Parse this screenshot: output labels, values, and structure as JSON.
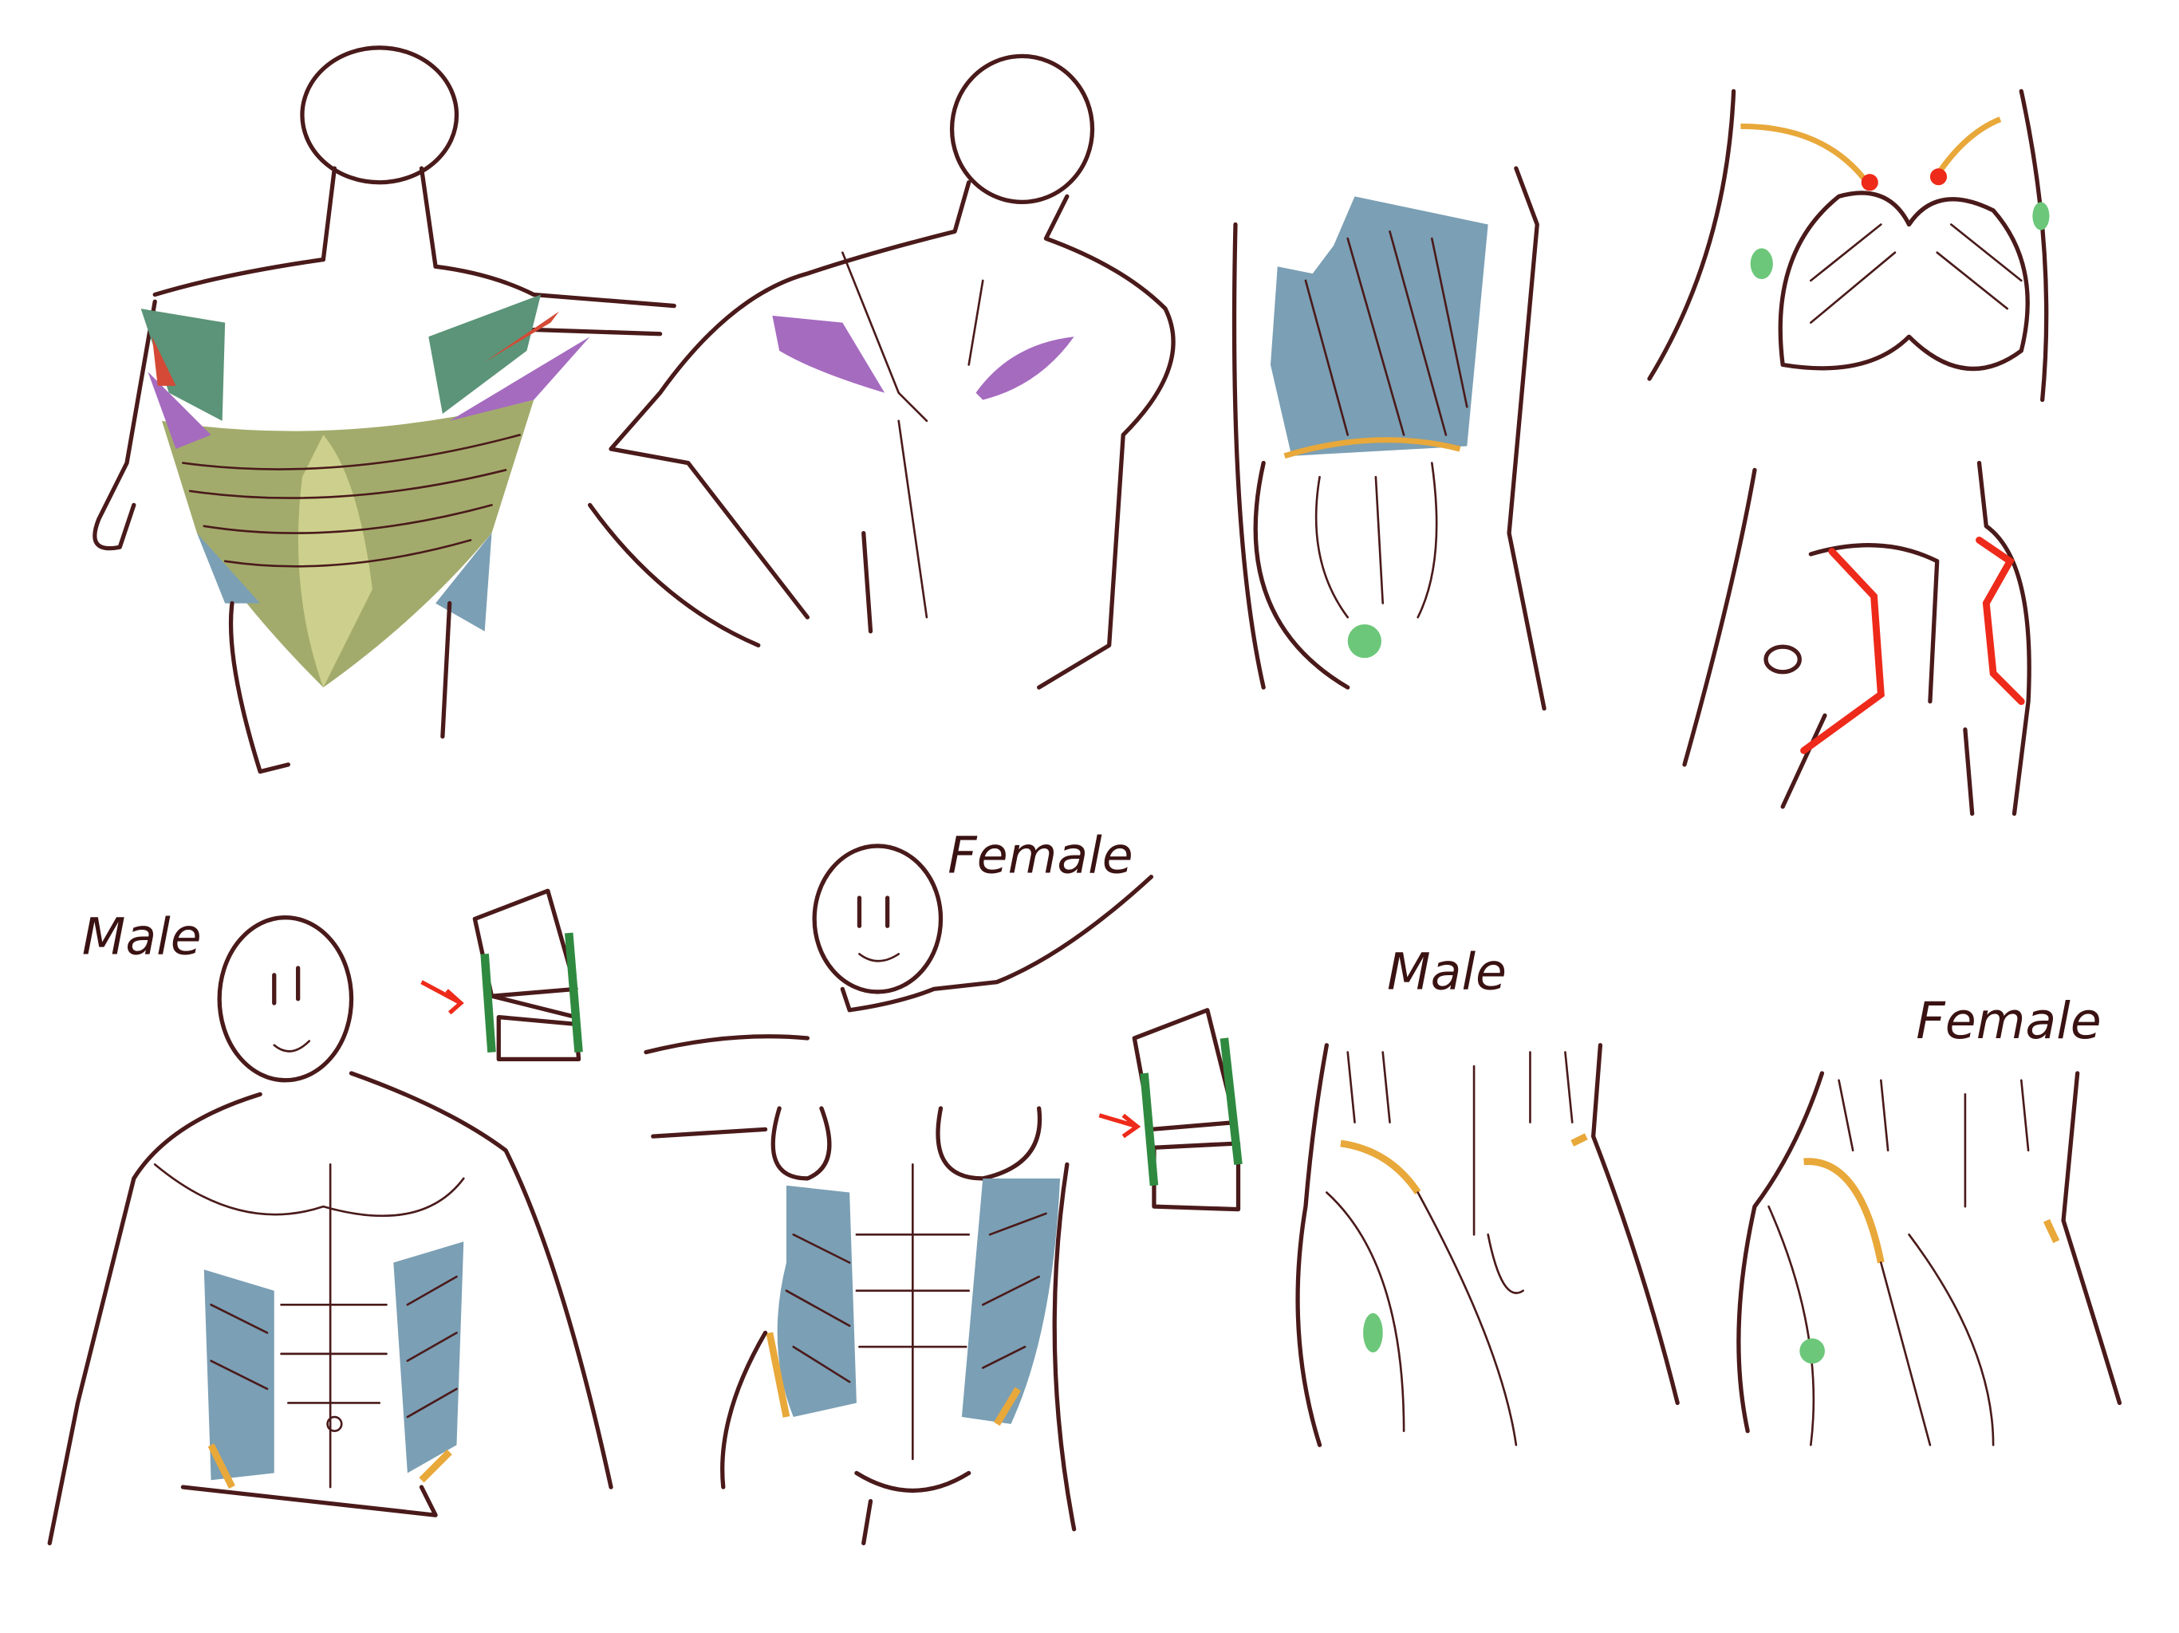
{
  "labels": {
    "male_torso": "Male",
    "female_torso": "Female",
    "male_hips": "Male",
    "female_hips": "Female"
  },
  "colors": {
    "line": "#4a1a1a",
    "obliques_blue": "#7b9fb4",
    "deltoid_green": "#5b9478",
    "lats_olive": "#a3ab6c",
    "thoracolumbar_light": "#ccd08c",
    "teres_purple": "#a56bbf",
    "red_accent": "#d44a36",
    "iliac_orange": "#e8a83a",
    "landmark_green": "#6cc77a",
    "bright_red": "#ee2a1a",
    "box_green": "#2f8a40"
  }
}
